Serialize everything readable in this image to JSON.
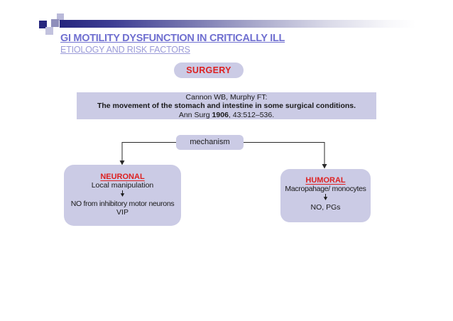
{
  "header": {
    "title": "GI MOTILITY DYSFUNCTION IN CRITICALLY ILL",
    "subtitle": "ETIOLOGY AND RISK FACTORS"
  },
  "surgery_badge": {
    "label": "SURGERY"
  },
  "citation_box": {
    "line1": "Cannon WB, Murphy FT:",
    "line2_bold": "The movement of the stomach and intestine in some surgical conditions.",
    "line3": {
      "prefix": "Ann Surg ",
      "year_bold": "1906",
      "suffix": ", 43:512–536."
    }
  },
  "mechanism_node": {
    "label": "mechanism"
  },
  "neuronal_node": {
    "heading": "NEURONAL",
    "subheading": "Local manipulation",
    "result_line1": "NO from inhibitory motor neurons",
    "result_line2": "VIP"
  },
  "humoral_node": {
    "heading": "HUMORAL",
    "subheading": "Macropahage/ monocytes",
    "result_line1": "NO, PGs"
  },
  "icons": {
    "down_arrow": "▼"
  },
  "colors": {
    "node_fill": "#cbcbe5",
    "accent_red": "#dd2222",
    "title_blue": "#6f6fd0",
    "subtitle_blue": "#9a9ad8",
    "bar_navy": "#26267e",
    "connector": "#2a2a2a"
  }
}
